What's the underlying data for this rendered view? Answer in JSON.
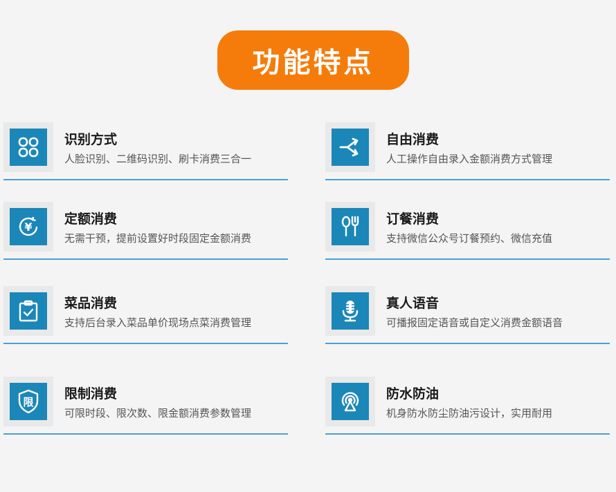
{
  "header": {
    "title": "功能特点"
  },
  "colors": {
    "accent": "#f57c0a",
    "icon": "#1b87b8",
    "rule": "#4a9fd4"
  },
  "features": [
    {
      "icon": "face-grid-icon",
      "title": "识别方式",
      "desc": "人脸识别、二维码识别、刷卡消费三合一"
    },
    {
      "icon": "branch-arrows-icon",
      "title": "自由消费",
      "desc": "人工操作自由录入金额消费方式管理"
    },
    {
      "icon": "yen-coin-icon",
      "title": "定额消费",
      "desc": "无需干预，提前设置好时段固定金额消费"
    },
    {
      "icon": "fork-spoon-icon",
      "title": "订餐消费",
      "desc": "支持微信公众号订餐预约、微信充值"
    },
    {
      "icon": "clipboard-check-icon",
      "title": "菜品消费",
      "desc": "支持后台录入菜品单价现场点菜消费管理"
    },
    {
      "icon": "microphone-icon",
      "title": "真人语音",
      "desc": "可播报固定语音或自定义消费金额语音"
    },
    {
      "icon": "limit-shield-icon",
      "title": "限制消费",
      "desc": "可限时段、限次数、限金额消费参数管理"
    },
    {
      "icon": "waterproof-icon",
      "title": "防水防油",
      "desc": "机身防水防尘防油污设计，实用耐用"
    }
  ],
  "icon_text": {
    "limit": "限",
    "yen": "¥"
  }
}
